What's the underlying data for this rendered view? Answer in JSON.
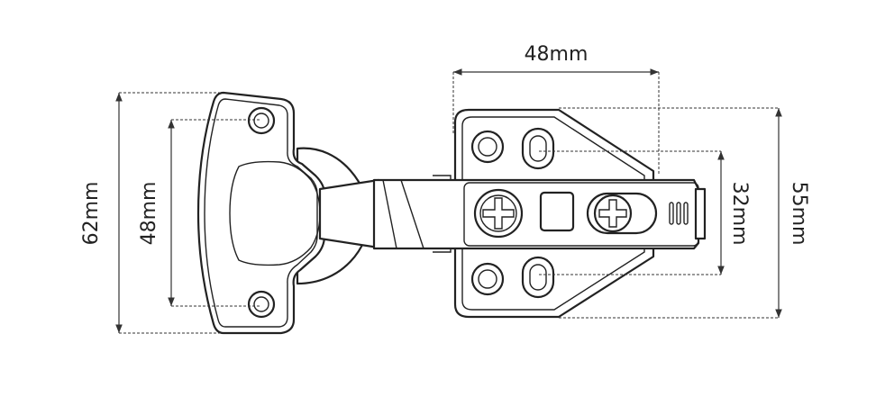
{
  "dimensions": {
    "base_plate_hole_spacing": "48mm",
    "cup_plate_height": "62mm",
    "cup_plate_hole_spacing": "48mm",
    "base_slot_spacing": "32mm",
    "base_plate_height": "55mm"
  }
}
